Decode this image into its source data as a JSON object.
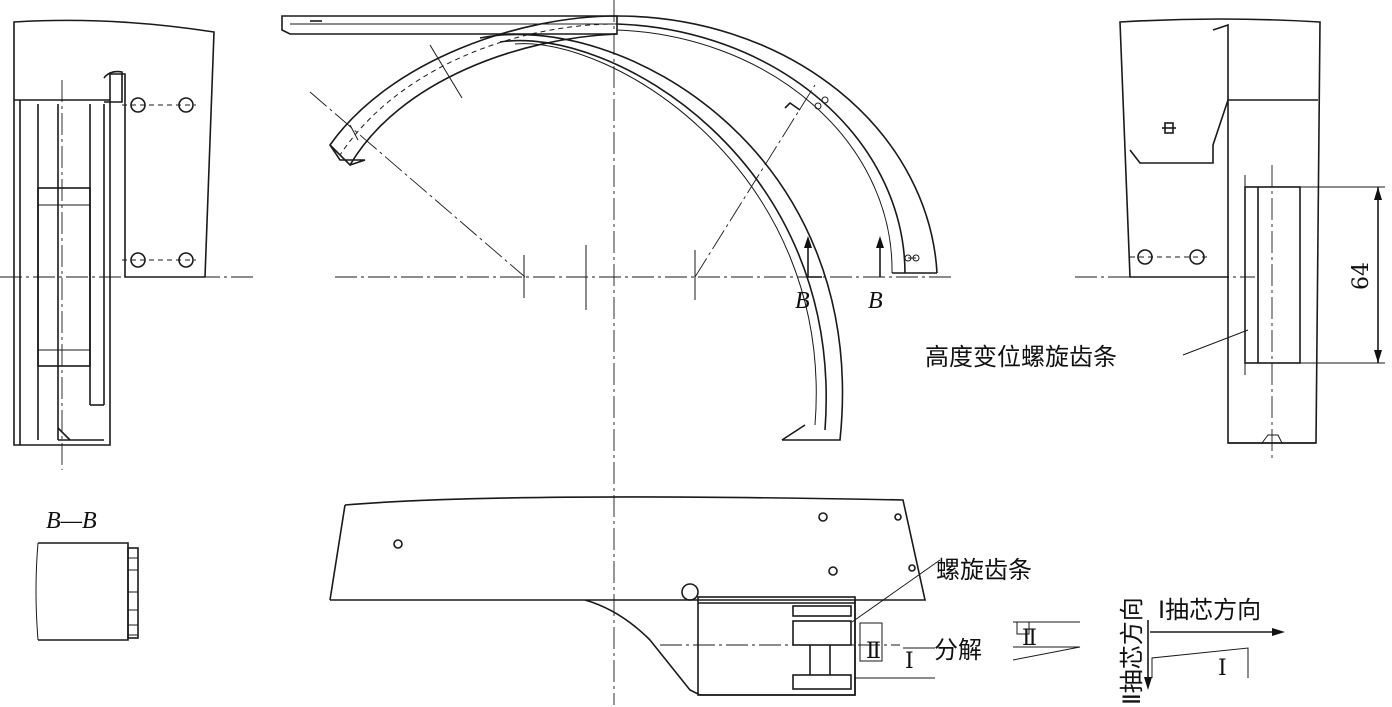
{
  "labels": {
    "section_marker": "B",
    "section_title": "B—B",
    "dimension": "64",
    "helical_rack_height_mod": "高度变位螺旋齿条",
    "helical_rack": "螺旋齿条",
    "disassembly": "分解",
    "roman_one": "Ⅰ",
    "roman_two": "Ⅱ",
    "core_pull_dir_one": "Ⅰ抽芯方向",
    "core_pull_dir_two": "Ⅱ抽芯方向"
  }
}
